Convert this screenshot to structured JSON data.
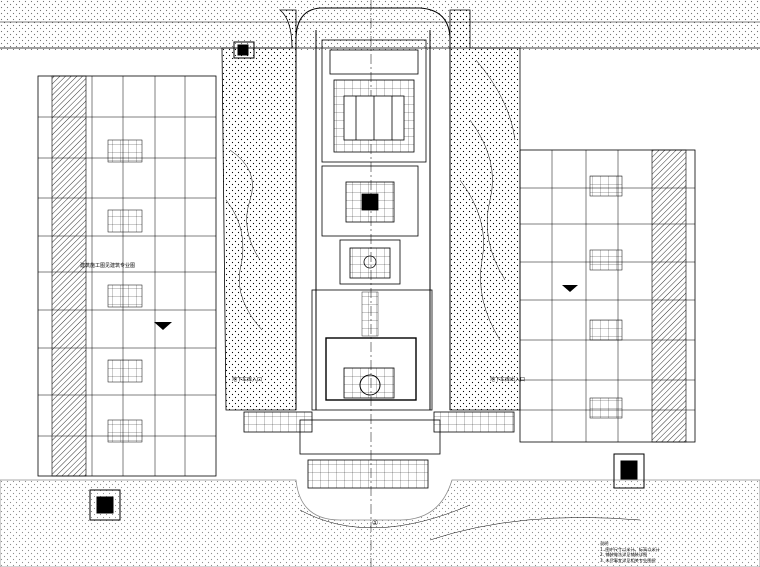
{
  "labels": {
    "west_building_note": "建筑施工图见建筑专业图",
    "west_entrance": "地下车库入口",
    "east_entrance": "地下车库出入口",
    "axis_mark": "①"
  },
  "notes": {
    "title": "说明",
    "items": [
      "1. 图中尺寸以米计，标高以米计",
      "2. 铺装做法详见铺装详图",
      "3. 未尽事宜详见相关专业图纸"
    ]
  },
  "colors": {
    "line": "#000000",
    "background": "#ffffff"
  },
  "icons": [
    "north-arrow-icon",
    "level-marker-icon"
  ]
}
